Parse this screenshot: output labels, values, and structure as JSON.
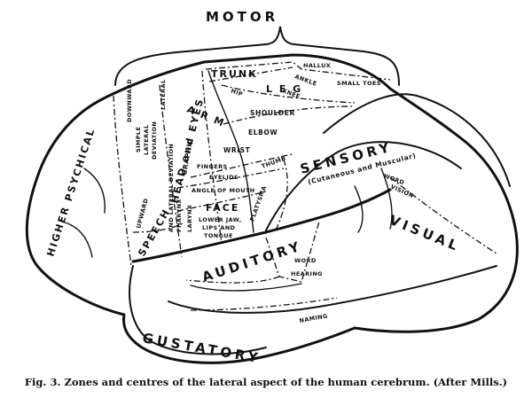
{
  "labels": {
    "motor": "MOTOR",
    "trunk": "TRUNK",
    "hallux": "HALLUX",
    "ankle": "ANKLE",
    "small_toes": "SMALL TOES",
    "leg": "L E G",
    "hip": "HIP",
    "knee": "KNEE",
    "shoulder": "SHOULDER",
    "arm": "A R M",
    "elbow": "ELBOW",
    "wrist": "WRIST",
    "fingers": "FINGERS",
    "thumb": "THUMB",
    "eyelids": "EYELIDS",
    "angle_of_mouth": "ANGLE OF MOUTH",
    "face": "FACE",
    "lower_jaw_1": "LOWER JAW,",
    "lower_jaw_2": "LIPS AND",
    "lower_jaw_3": "TONGUE",
    "platysma": "PLATYSMA",
    "pharynx": "PHARYNX",
    "larynx": "LARYNX",
    "speech": "SPEECH",
    "graphic": "GRAPHIC",
    "head_and_eyes": "HEAD and EYES",
    "simple_lateral_deviation_1": "SIMPLE",
    "simple_lateral_deviation_2": "LATERAL",
    "simple_lateral_deviation_3": "DEVIATION",
    "downward": "DOWNWARD",
    "lateral": "LATERAL",
    "upward": "UPWARD",
    "and_lateral_deviation": "AND LATERAL DEVIATION",
    "higher_psychical": "HIGHER PSYCHICAL",
    "sensory": "SENSORY",
    "cutaneous_muscular": "(Cutaneous and Muscular)",
    "word_vision_1": "WORD",
    "word_vision_2": "VISION",
    "visual": "VISUAL",
    "auditory": "AUDITORY",
    "word_hearing_1": "WORD",
    "word_hearing_2": "HEARING",
    "naming": "NAMING",
    "gustatory": "GUSTATORY"
  },
  "caption": "Fig. 3.   Zones and centres of the lateral aspect of the human cerebrum.   (After Mills.)"
}
